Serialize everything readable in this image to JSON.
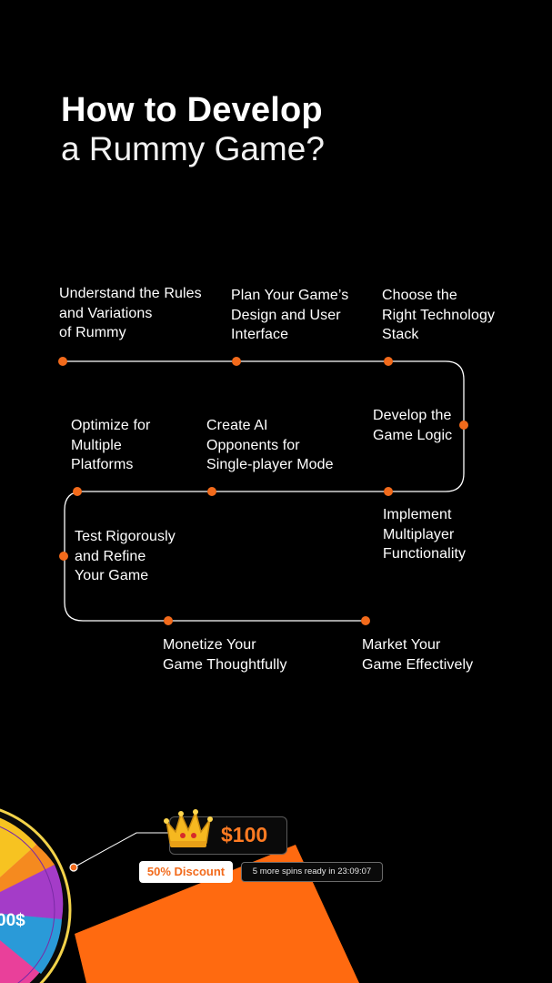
{
  "header": {
    "title_bold": "How to Develop",
    "title_light": "a Rummy Game?"
  },
  "steps": [
    {
      "label": "Understand the Rules\nand Variations\nof Rummy"
    },
    {
      "label": "Plan Your Game’s\nDesign and User\nInterface"
    },
    {
      "label": "Choose the\nRight Technology\nStack"
    },
    {
      "label": "Develop the\nGame Logic"
    },
    {
      "label": "Implement\nMultiplayer\nFunctionality"
    },
    {
      "label": "Create AI\nOpponents for\nSingle-player Mode"
    },
    {
      "label": "Optimize for\nMultiple\nPlatforms"
    },
    {
      "label": "Test Rigorously\nand Refine\nYour Game"
    },
    {
      "label": "Monetize Your\nGame Thoughtfully"
    },
    {
      "label": "Market Your\nGame Effectively"
    }
  ],
  "promo": {
    "price": "$100",
    "discount": "50% Discount",
    "spins_text": "5 more spins ready in 23:09:07",
    "wheel_value": "00$"
  },
  "colors": {
    "accent": "#f26a1b",
    "background": "#000000",
    "text": "#ffffff"
  },
  "icons": {
    "crown": "crown-icon",
    "wheel": "prize-wheel"
  }
}
